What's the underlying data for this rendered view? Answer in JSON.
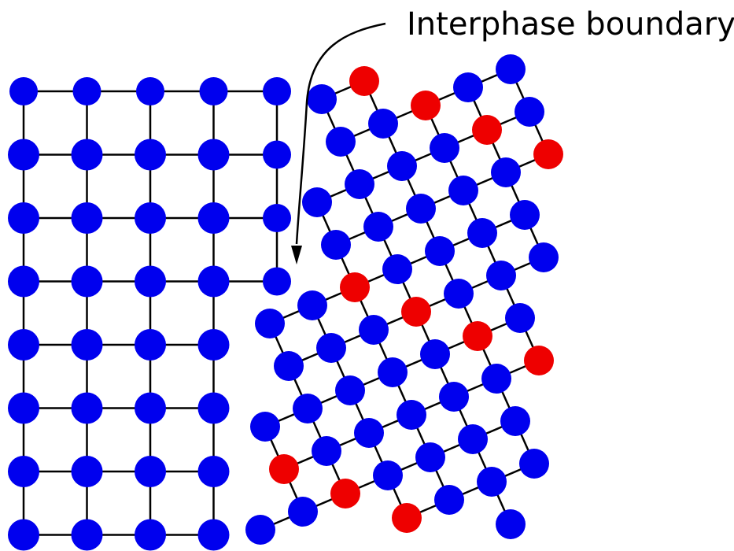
{
  "diagram": {
    "label": "Interphase boundary",
    "colors": {
      "blue_atom": "#0000ee",
      "red_atom": "#ee0000",
      "bond": "#000000",
      "background": "#ffffff"
    },
    "left_lattice": {
      "kind": "square",
      "columns": 5,
      "rows": 8,
      "atom_color": "blue",
      "missing": [
        [
          4,
          4
        ],
        [
          4,
          5
        ],
        [
          4,
          6
        ],
        [
          4,
          7
        ]
      ]
    },
    "right_lattice": {
      "kind": "rotated-square",
      "atom_colors": [
        "blue",
        "red"
      ],
      "red_pattern": "every third atom along the lattice diagonals"
    }
  }
}
